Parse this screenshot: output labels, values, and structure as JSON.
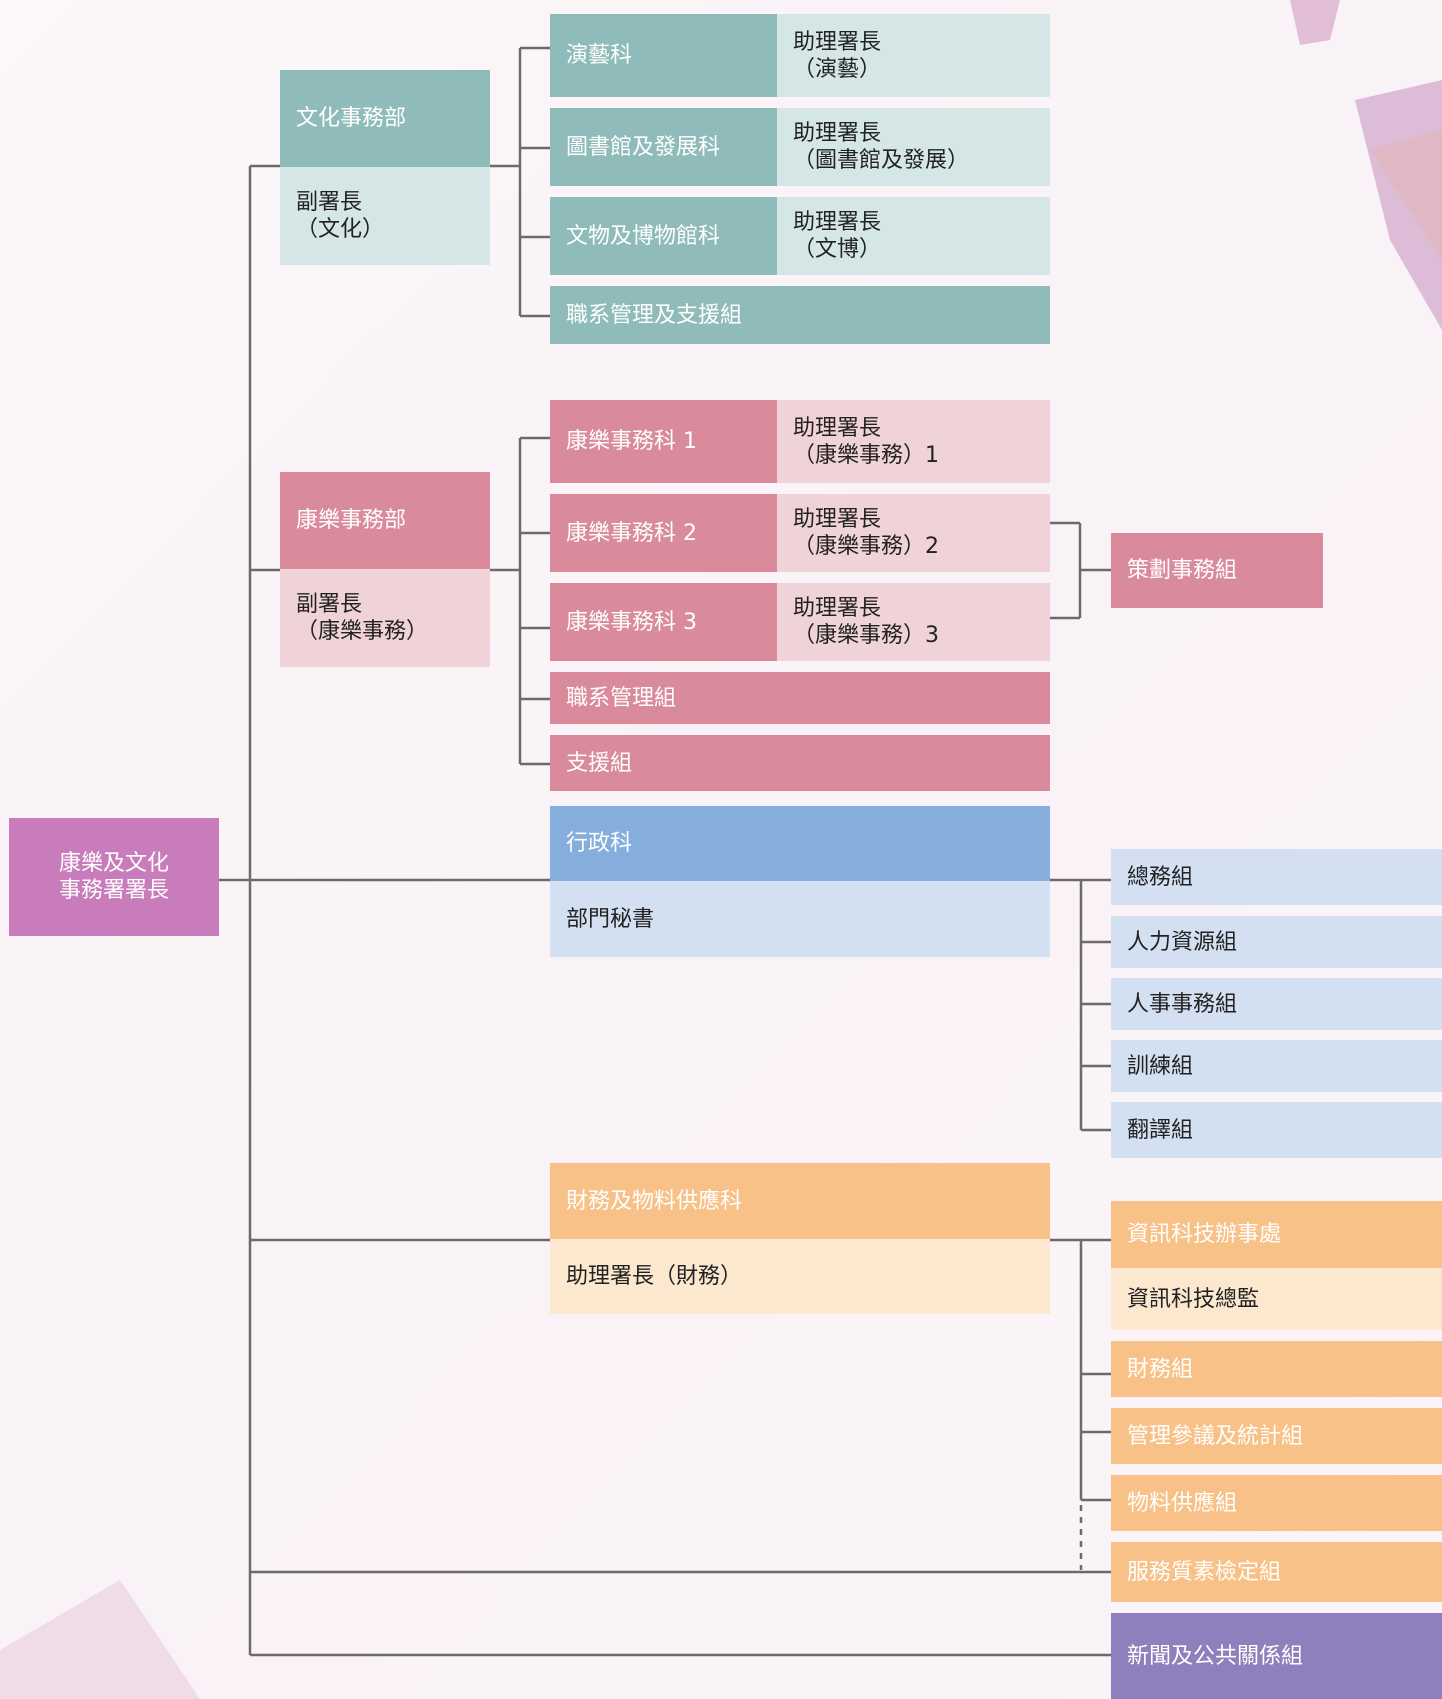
{
  "colors": {
    "root": "#c97cbb",
    "culture_dark": "#8fbcba",
    "culture_light": "#d4e6e5",
    "leisure_dark": "#da8b9b",
    "leisure_light": "#f0d3d8",
    "admin_dark": "#86aedd",
    "admin_light": "#d3e0f2",
    "finance_dark": "#f7c187",
    "finance_light": "#fce7cf",
    "pr": "#8e80bc",
    "line": "#6b6b6b"
  },
  "root": {
    "label": "康樂及文化\n事務署署長"
  },
  "culture_dept": {
    "name": "文化事務部",
    "head": "副署長\n（文化）",
    "sections": [
      {
        "name": "演藝科",
        "head": "助理署長\n（演藝）"
      },
      {
        "name": "圖書館及發展科",
        "head": "助理署長\n（圖書館及發展）"
      },
      {
        "name": "文物及博物館科",
        "head": "助理署長\n（文博）"
      }
    ],
    "unit": "職系管理及支援組"
  },
  "leisure_dept": {
    "name": "康樂事務部",
    "head": "副署長\n（康樂事務）",
    "sections": [
      {
        "name": "康樂事務科 1",
        "head": "助理署長\n（康樂事務）1"
      },
      {
        "name": "康樂事務科 2",
        "head": "助理署長\n（康樂事務）2"
      },
      {
        "name": "康樂事務科 3",
        "head": "助理署長\n（康樂事務）3"
      }
    ],
    "units": [
      "職系管理組",
      "支援組"
    ],
    "planning": "策劃事務組"
  },
  "admin": {
    "name": "行政科",
    "head": "部門秘書",
    "units": [
      "總務組",
      "人力資源組",
      "人事事務組",
      "訓練組",
      "翻譯組"
    ]
  },
  "finance": {
    "name": "財務及物料供應科",
    "head": "助理署長（財務）",
    "it_office": "資訊科技辦事處",
    "it_head": "資訊科技總監",
    "units": [
      "財務組",
      "管理參議及統計組",
      "物料供應組"
    ],
    "service_quality": "服務質素檢定組"
  },
  "pr": {
    "name": "新聞及公共關係組"
  }
}
